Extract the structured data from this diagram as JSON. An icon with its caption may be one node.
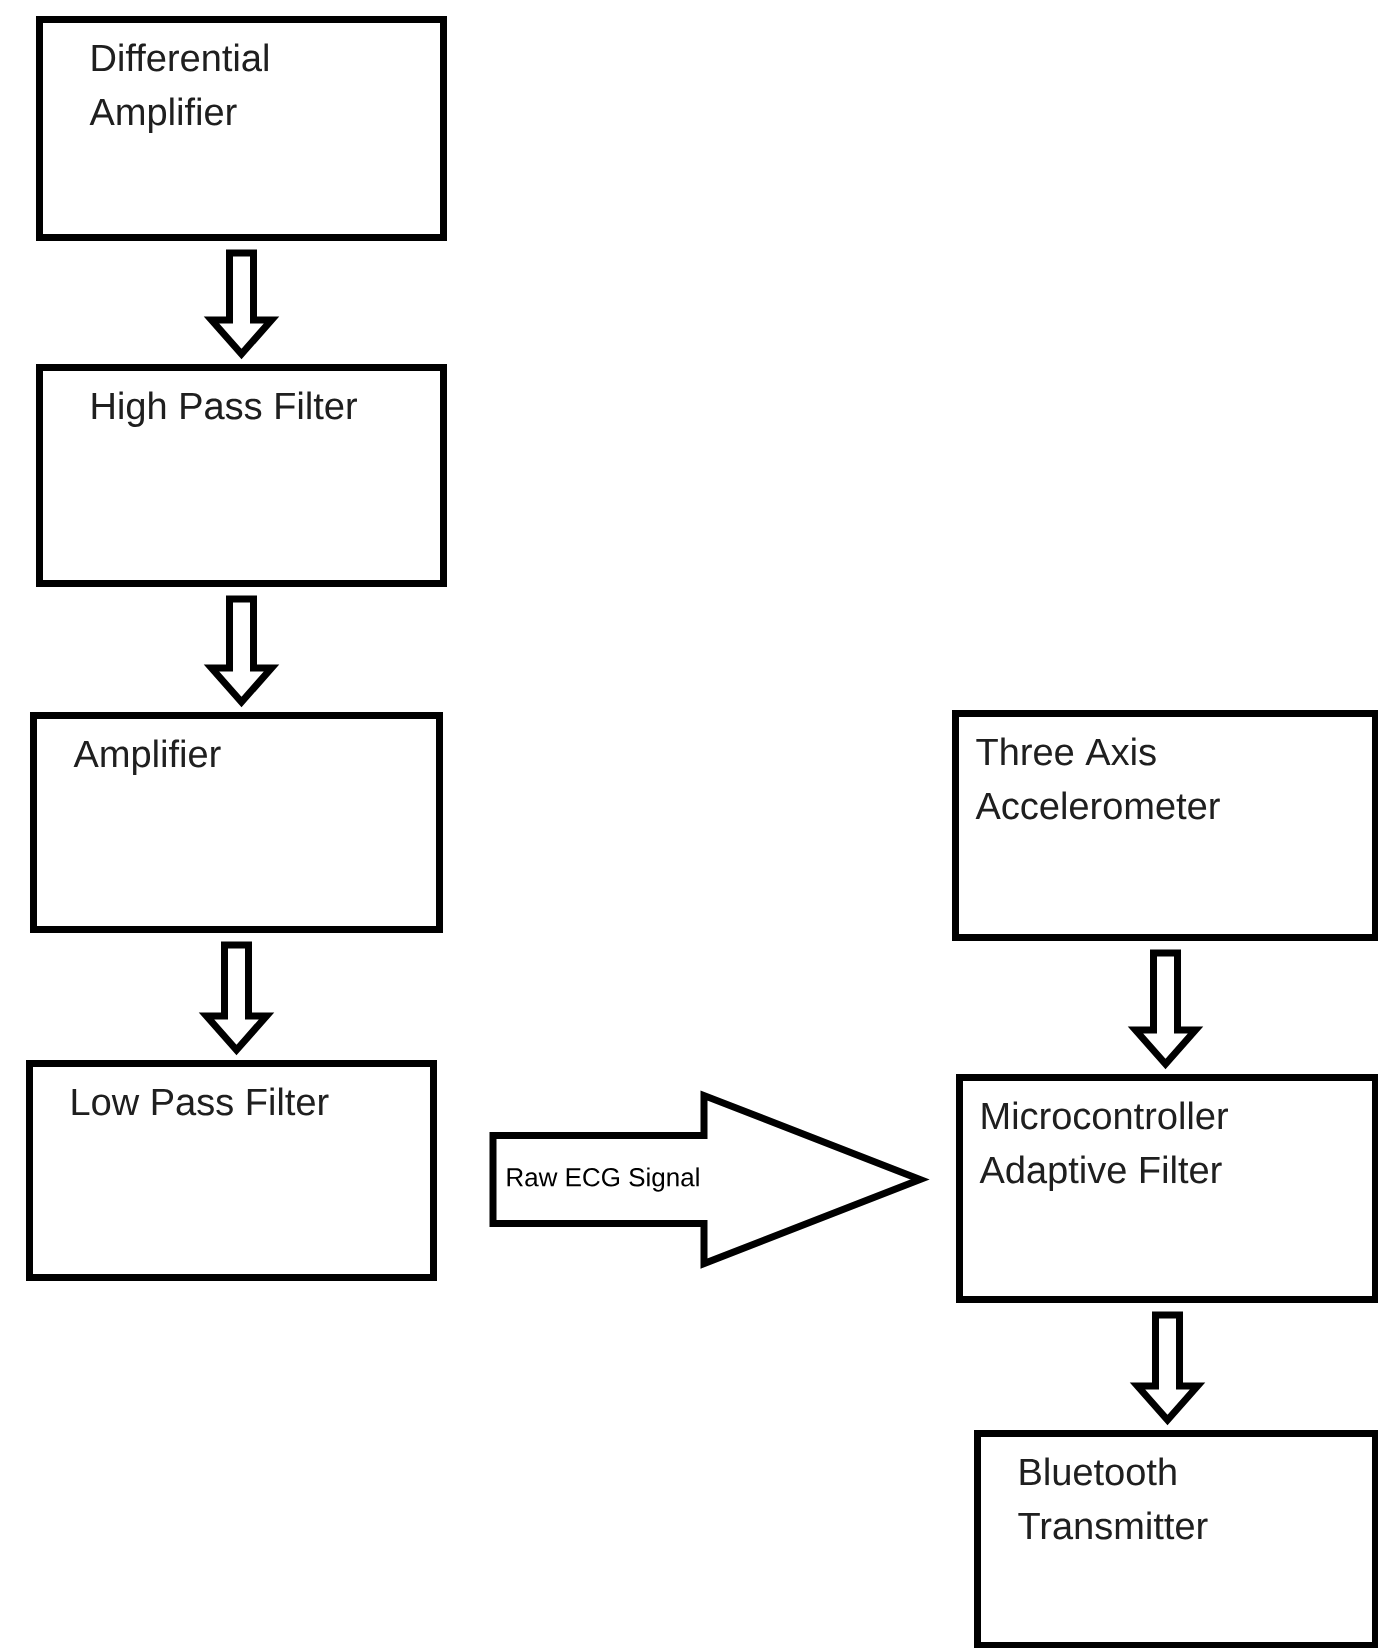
{
  "diagram": {
    "nodes": [
      {
        "text": [
          "Differential Amplifier"
        ]
      },
      {
        "text": [
          "High Pass Filter"
        ]
      },
      {
        "text": [
          "Amplifier"
        ]
      },
      {
        "text": [
          "Low Pass Filter"
        ]
      },
      {
        "text": [
          "Three Axis Accelerometer"
        ]
      },
      {
        "text": [
          "Microcontroller Adaptive Filter"
        ]
      },
      {
        "text": [
          "Bluetooth Transmitter"
        ]
      }
    ],
    "edges": [
      {
        "from": 0,
        "to": 1,
        "arrow": "to"
      },
      {
        "from": 1,
        "to": 2,
        "arrow": "to"
      },
      {
        "from": 2,
        "to": 3,
        "arrow": "to"
      },
      {
        "from": 3,
        "to": 5,
        "arrow": "to",
        "label": "Raw ECG Signal",
        "style": "thick"
      },
      {
        "from": 4,
        "to": 5,
        "arrow": "to"
      },
      {
        "from": 5,
        "to": 6,
        "arrow": "to"
      }
    ]
  }
}
